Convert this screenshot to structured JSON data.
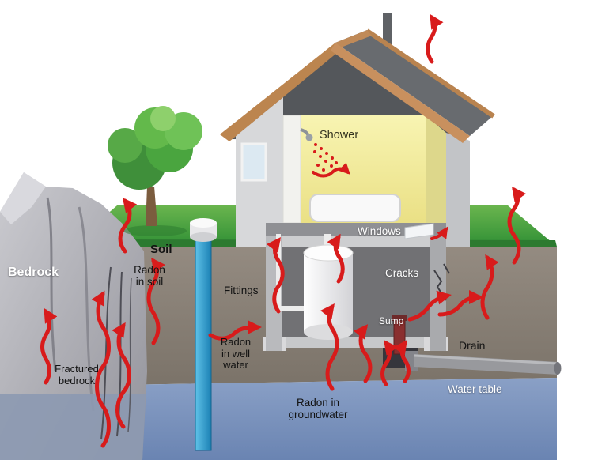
{
  "diagram": {
    "kind": "radon-entry-pathways-cutaway-illustration",
    "labels": {
      "bedrock": "Bedrock",
      "soil": "Soil",
      "radon_in_soil": "Radon\nin soil",
      "fittings": "Fittings",
      "shower": "Shower",
      "windows": "Windows",
      "cracks": "Cracks",
      "sump": "Sump",
      "drain": "Drain",
      "water_table": "Water table",
      "radon_in_well_water": "Radon\nin well\nwater",
      "fractured_bedrock": "Fractured\nbedrock",
      "radon_in_groundwater": "Radon in\ngroundwater"
    },
    "colors": {
      "radon_arrow": "#d81b1b",
      "grass": "#3f9c3c",
      "soil": "#877e74",
      "water_table": "#7b93bd",
      "well_water": "#2f9fd0",
      "bedrock": "#b2b2b8",
      "roof_trim": "#bc854f",
      "room_interior": "#f1eb99",
      "house_wall": "#d7d8da"
    }
  }
}
